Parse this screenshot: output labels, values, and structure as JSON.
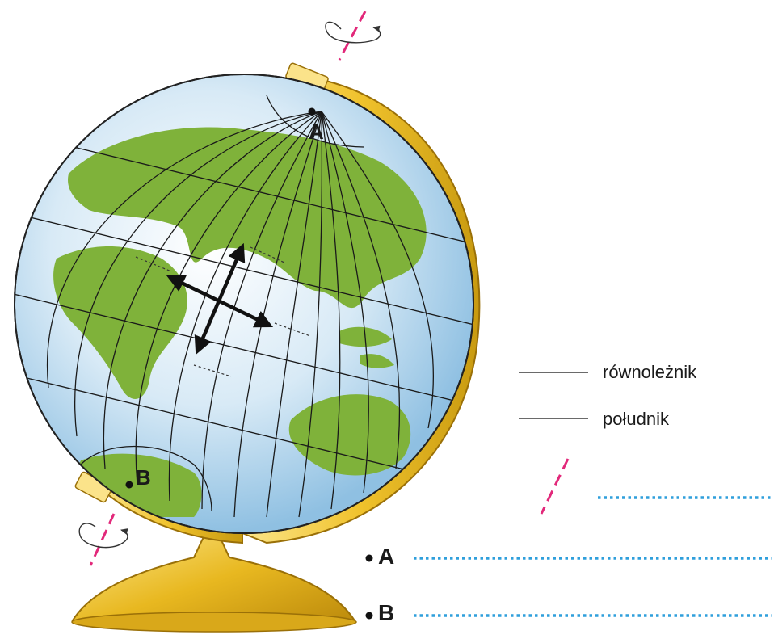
{
  "globe": {
    "point_a": "A",
    "point_b": "B"
  },
  "legend": {
    "parallel_label": "równoleżnik",
    "meridian_label": "południk",
    "axis_answer": "",
    "point_a_label": "A",
    "point_a_answer": "",
    "point_b_label": "B",
    "point_b_answer": ""
  },
  "colors": {
    "ocean": "#dcecf6",
    "land": "#7fb23a",
    "stand": "#f2c838",
    "axis": "#e2287a",
    "answer_dots": "#2f9fdc"
  },
  "icons": [
    "rotation-arrow-icon",
    "direction-arrows-icon"
  ]
}
